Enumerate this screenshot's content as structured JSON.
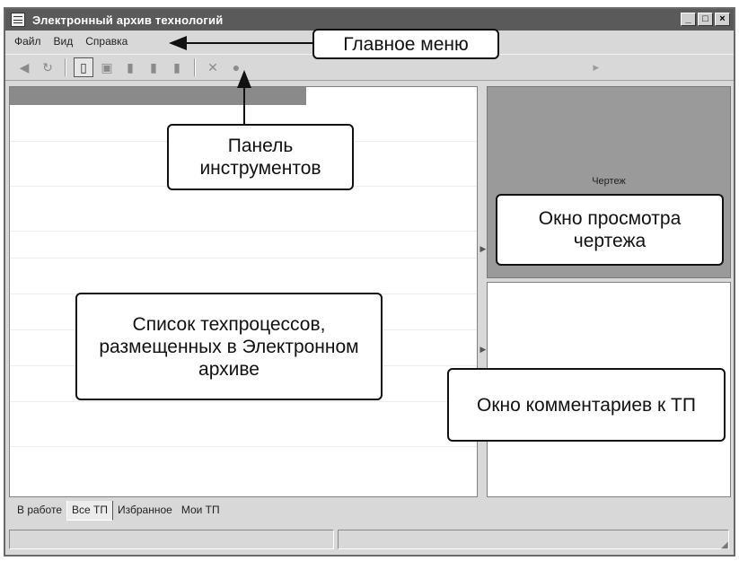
{
  "window": {
    "title": "Электронный архив технологий",
    "controls": [
      "_",
      "□",
      "×"
    ]
  },
  "menu": {
    "items": [
      "Файл",
      "Вид",
      "Справка"
    ]
  },
  "toolbar": {
    "buttons": [
      {
        "icon": "back-icon",
        "glyph": "◀"
      },
      {
        "icon": "refresh-icon",
        "glyph": "↻"
      },
      {
        "icon": "document-icon",
        "glyph": "▯",
        "active": true
      },
      {
        "icon": "save-icon",
        "glyph": "▣"
      },
      {
        "icon": "page-icon",
        "glyph": "▮"
      },
      {
        "icon": "page-copy-icon",
        "glyph": "▮"
      },
      {
        "icon": "pages-icon",
        "glyph": "▮"
      },
      {
        "icon": "delete-icon",
        "glyph": "✕"
      },
      {
        "icon": "comment-icon",
        "glyph": "●"
      }
    ],
    "right_icon": "▸"
  },
  "drawing": {
    "label": "Чертеж"
  },
  "tabs": [
    {
      "label": "В работе",
      "active": false
    },
    {
      "label": "Все ТП",
      "active": true
    },
    {
      "label": "Избранное",
      "active": false
    },
    {
      "label": "Мои ТП",
      "active": false
    }
  ],
  "annotations": {
    "main_menu": "Главное меню",
    "toolbar": "Панель инструментов",
    "process_list": "Список техпроцессов, размещенных в Электронном архиве",
    "drawing_viewer": "Окно просмотра чертежа",
    "comments": "Окно комментариев к ТП"
  }
}
